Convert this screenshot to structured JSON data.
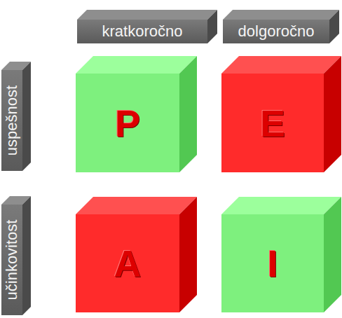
{
  "diagram": {
    "nodes": [
      {
        "text": [
          "kratkoročno"
        ]
      },
      {
        "text": [
          "dolgoročno"
        ]
      },
      {
        "text": [
          "uspešnost"
        ]
      },
      {
        "text": [
          "P"
        ]
      },
      {
        "text": [
          "E"
        ]
      },
      {
        "text": [
          "učinkovitost"
        ]
      },
      {
        "text": [
          "A"
        ]
      },
      {
        "text": [
          "I"
        ]
      }
    ]
  }
}
